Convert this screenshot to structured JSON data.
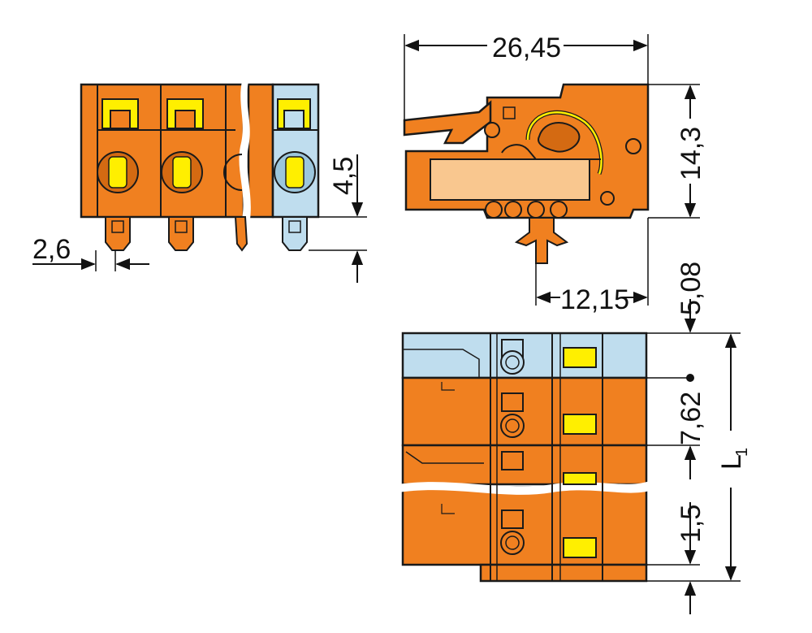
{
  "colors": {
    "housing_orange": "#F08020",
    "dark_orange": "#D46A12",
    "light_blue": "#BFDDEE",
    "spring_yellow": "#FFEF00",
    "outline": "#1A1A1A",
    "cream": "#F9C78F"
  },
  "dimensions": {
    "width_top": "26,45",
    "height_side": "14,3",
    "pitch_front_left": "2,6",
    "height_front": "4,5",
    "pin_offset": "12,15",
    "pitch_label": "5,08",
    "pitch_bottom": "7,62",
    "offset_bottom": "1,5",
    "length_main": "L",
    "length_sub": "1"
  }
}
